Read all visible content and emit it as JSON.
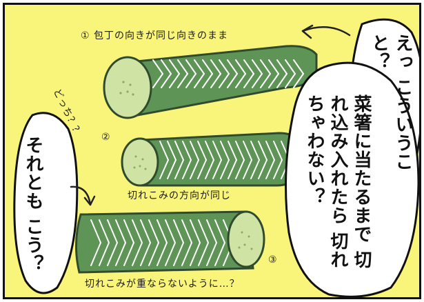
{
  "captions": {
    "cut_1": "① 包丁の向きが同じ向きのまま",
    "wonder": "どっち？？",
    "cut_2": "②",
    "cut_2_note": "切れこみの方向が同じ",
    "cut_3": "③",
    "cut_3_note": "切れこみが重ならないように…？"
  },
  "bubbles": {
    "top_right": "えっ こういうこと？",
    "middle": "菜箸に当たるまで 切れ込み入れたら 切れちゃわない？",
    "left": "それとも こう？"
  },
  "colors": {
    "background": "#f9f47a",
    "cucumber_skin": "#5f9457",
    "cucumber_flesh": "#cfe3a4",
    "cut_lines": "#ffffff"
  }
}
